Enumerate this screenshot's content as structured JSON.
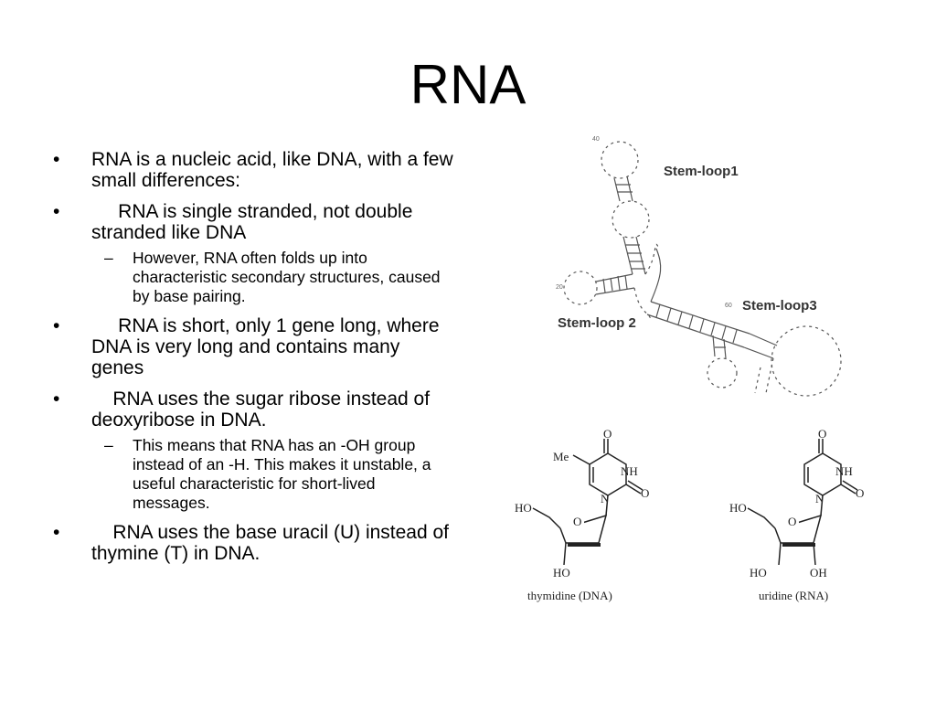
{
  "slide": {
    "title": "RNA",
    "bullets": [
      {
        "mark": "•",
        "text": "RNA is a nucleic acid, like DNA, with a few small differences:"
      },
      {
        "mark": "•",
        "text": "     RNA is single stranded, not double stranded like DNA"
      },
      {
        "mark": "–",
        "text": "However, RNA often folds up into characteristic secondary structures, caused by base pairing."
      },
      {
        "mark": "•",
        "text": "     RNA is short, only 1 gene long, where DNA is very long and contains many genes"
      },
      {
        "mark": "•",
        "text": "    RNA uses the sugar ribose instead of deoxyribose in DNA."
      },
      {
        "mark": "–",
        "text": "This means that RNA has an -OH group instead of an -H.  This makes it unstable, a useful characteristic for short-lived messages."
      },
      {
        "mark": "•",
        "text": "    RNA uses the base uracil (U) instead of thymine (T) in DNA."
      }
    ]
  },
  "structure_figure": {
    "labels": {
      "stem_loop_1": "Stem-loop1",
      "stem_loop_2": "Stem-loop 2",
      "stem_loop_3": "Stem-loop3"
    },
    "numbers": {
      "n40": "40",
      "n20": "20",
      "n60": "60"
    }
  },
  "molecules": {
    "thymidine": {
      "caption": "thymidine (DNA)",
      "me": "Me",
      "o_top": "O",
      "nh": "NH",
      "n": "N",
      "o_right": "O",
      "ho_left": "HO",
      "ring_o": "O",
      "ho_bottom": "HO"
    },
    "uridine": {
      "caption": "uridine (RNA)",
      "o_top": "O",
      "nh": "NH",
      "n": "N",
      "o_right": "O",
      "ho_left": "HO",
      "ring_o": "O",
      "ho_bottom": "HO",
      "oh_bottom": "OH"
    }
  }
}
